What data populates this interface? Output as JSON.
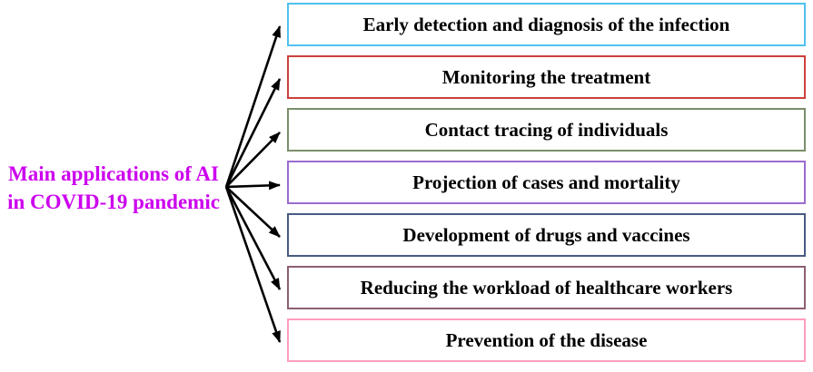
{
  "title": {
    "line1": "Main applications of AI",
    "line2": "in COVID-19 pandemic",
    "color": "#cc00ee"
  },
  "boxes": [
    {
      "label": "Early detection and diagnosis of the infection",
      "border_color": "#4fc1ef"
    },
    {
      "label": "Monitoring the treatment",
      "border_color": "#cc403d"
    },
    {
      "label": "Contact tracing of individuals",
      "border_color": "#7b8e6a"
    },
    {
      "label": "Projection of cases and mortality",
      "border_color": "#9c6bd0"
    },
    {
      "label": "Development of drugs and vaccines",
      "border_color": "#475a82"
    },
    {
      "label": "Reducing the workload of healthcare workers",
      "border_color": "#8d5e74"
    },
    {
      "label": "Prevention of the disease",
      "border_color": "#ff9dbd"
    }
  ],
  "arrow_color": "#000000"
}
